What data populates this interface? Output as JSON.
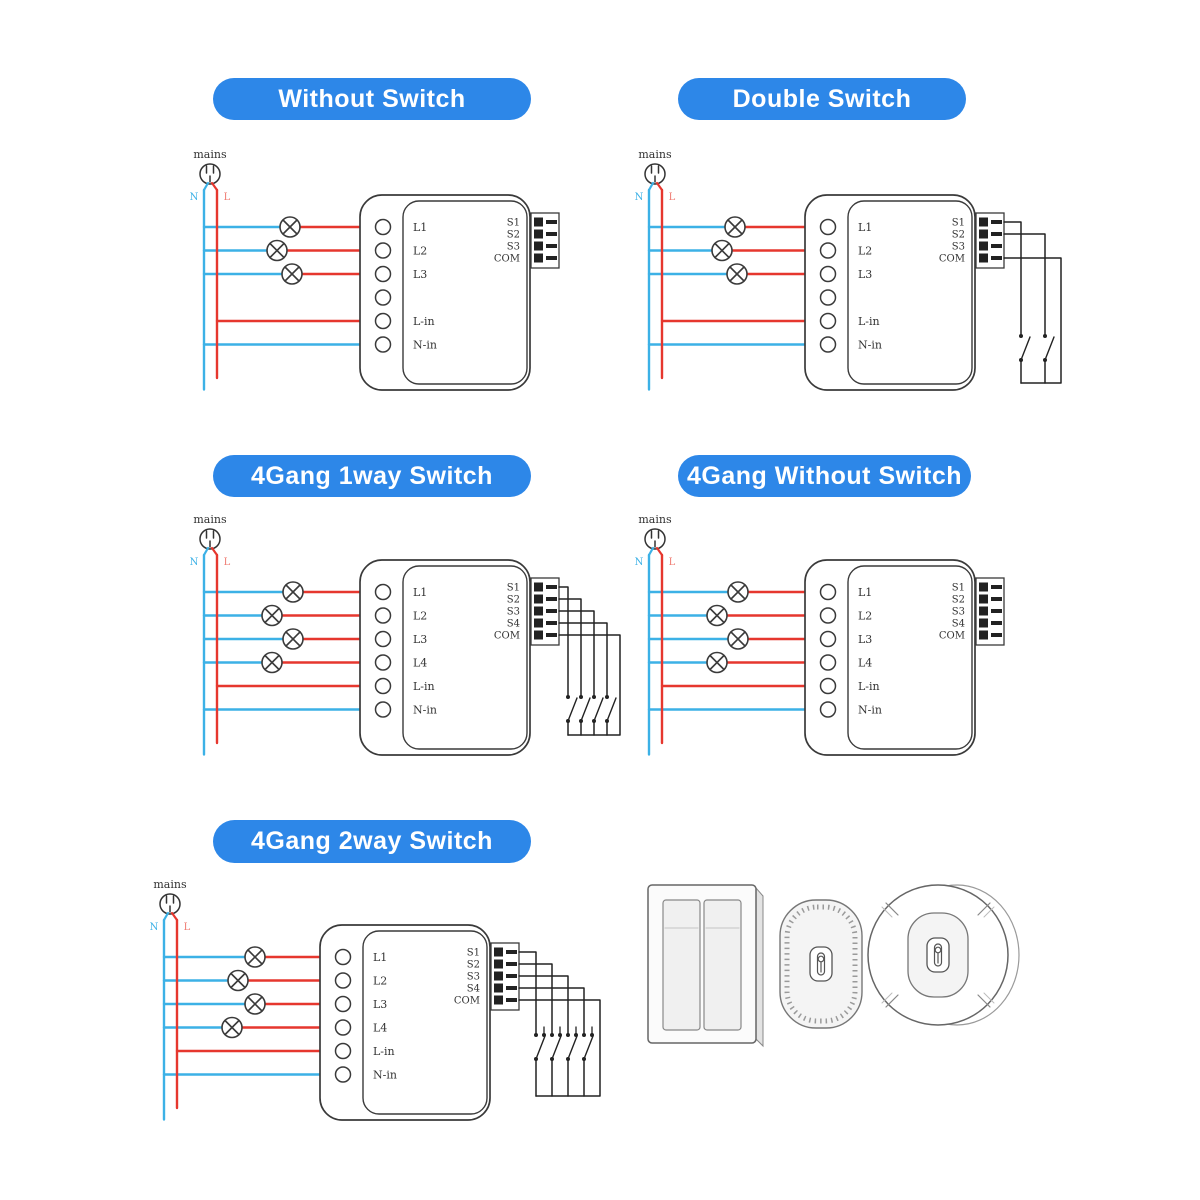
{
  "colors": {
    "pill_bg": "#2d87e8",
    "pill_text": "#ffffff",
    "wire_live": "#e6372e",
    "wire_neutral": "#3cb1e6",
    "line": "#3a3a3a",
    "text": "#333333",
    "black_wire": "#222222"
  },
  "labels": {
    "mains": "mains",
    "neutral": "N",
    "live": "L",
    "l_in": "L-in",
    "n_in": "N-in",
    "com": "COM",
    "l_terms": [
      "L1",
      "L2",
      "L3",
      "L4"
    ],
    "s_terms": [
      "S1",
      "S2",
      "S3",
      "S4"
    ]
  },
  "diagrams": [
    {
      "id": "without-switch",
      "title": "Without Switch",
      "gangs": 3,
      "switch_type": "none"
    },
    {
      "id": "double-switch",
      "title": "Double Switch",
      "gangs": 3,
      "switch_type": "double"
    },
    {
      "id": "4gang-1way-switch",
      "title": "4Gang 1way Switch",
      "gangs": 4,
      "switch_type": "1way"
    },
    {
      "id": "4gang-without-switch",
      "title": "4Gang Without Switch",
      "gangs": 4,
      "switch_type": "none"
    },
    {
      "id": "4gang-2way-switch",
      "title": "4Gang 2way Switch",
      "gangs": 4,
      "switch_type": "2way"
    }
  ],
  "installation": {
    "icons": [
      "wall-switch-plate",
      "smart-module-front",
      "wall-box-view"
    ]
  }
}
